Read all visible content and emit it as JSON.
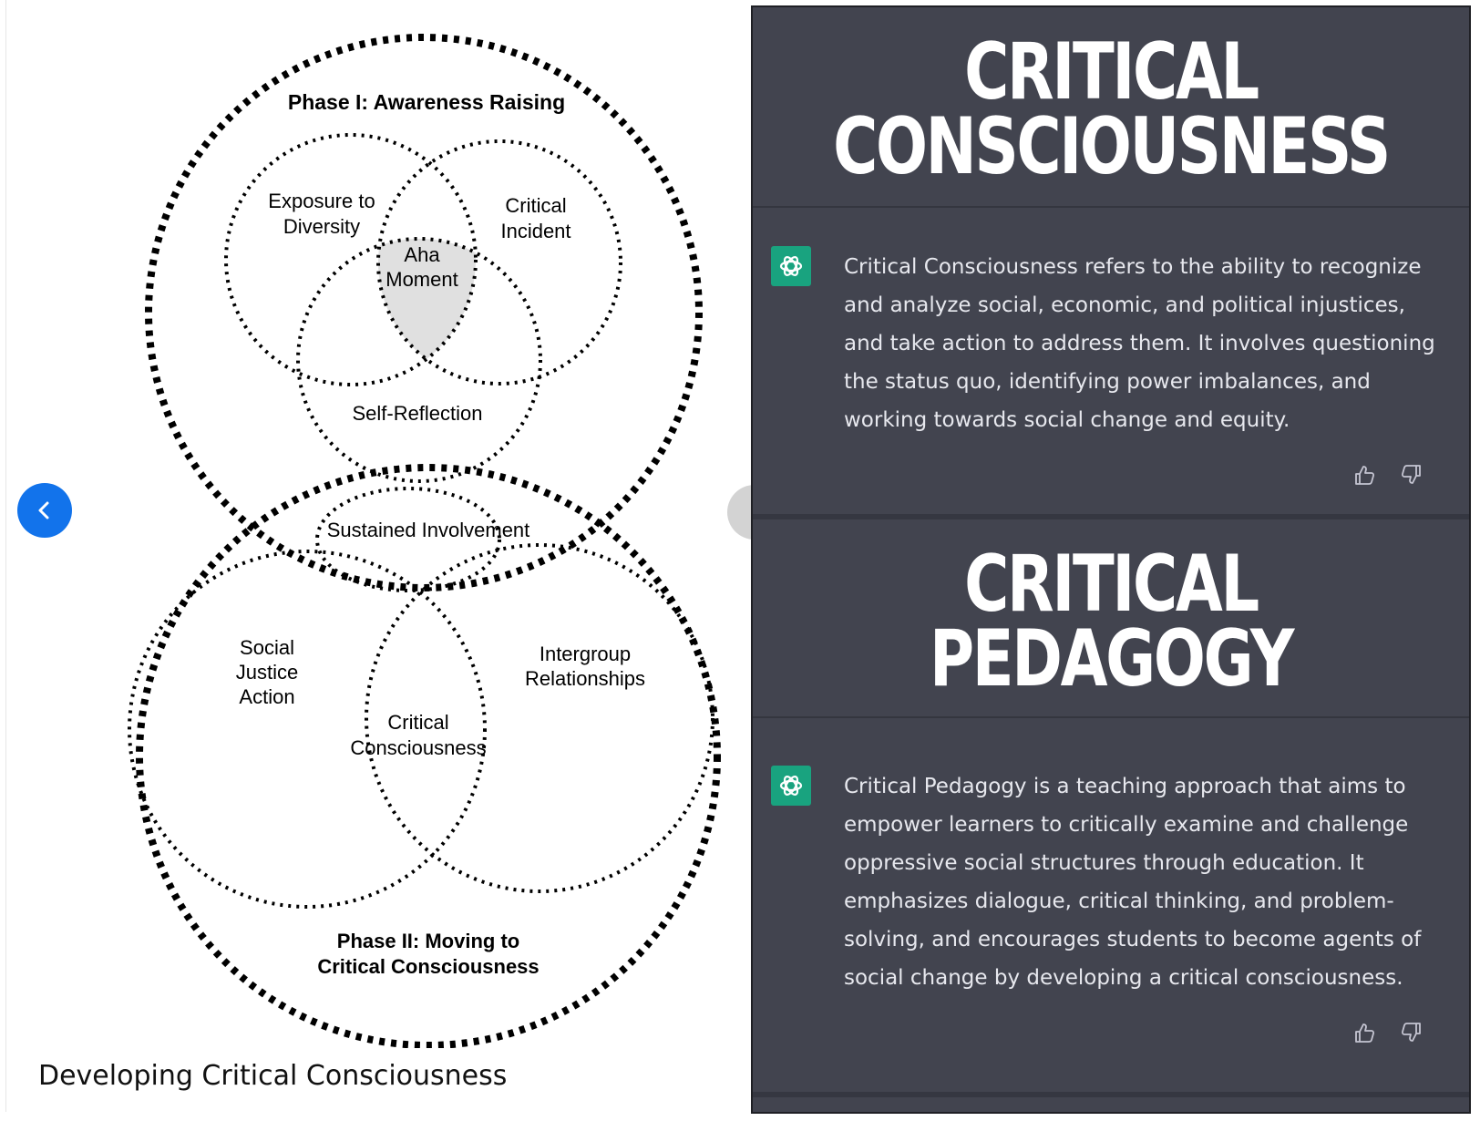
{
  "diagram": {
    "phase1_title": "Phase I: Awareness Raising",
    "exposure": [
      "Exposure to",
      "Diversity"
    ],
    "critical_incident": [
      "Critical",
      "Incident"
    ],
    "aha": [
      "Aha",
      "Moment"
    ],
    "self_reflection": "Self-Reflection",
    "sustained": "Sustained Involvement",
    "social_justice": [
      "Social",
      "Justice",
      "Action"
    ],
    "intergroup": [
      "Intergroup",
      "Relationships"
    ],
    "critical_consciousness": [
      "Critical",
      "Consciousness"
    ],
    "phase2_title": [
      "Phase II: Moving to",
      "Critical Consciousness"
    ]
  },
  "caption": "Developing Critical Consciousness",
  "icons": {
    "prev": "chevron-left-icon",
    "avatar": "openai-logo-icon",
    "like": "thumbs-up-icon",
    "dislike": "thumbs-down-icon"
  },
  "colors": {
    "nav_button": "#1273eb",
    "chat_bg": "#42444f",
    "avatar_bg": "#19a37f",
    "aha_fill": "#e0e0e0"
  },
  "chat": {
    "cards": [
      {
        "title_lines": [
          "CRITICAL",
          "CONSCIOUSNESS"
        ],
        "message": "Critical Consciousness refers to the ability to recognize and analyze social, economic, and political injustices, and take action to address them. It involves questioning the status quo, identifying power imbalances, and working towards social change and equity."
      },
      {
        "title_lines": [
          "CRITICAL",
          "PEDAGOGY"
        ],
        "message": "Critical Pedagogy is a teaching approach that aims to empower learners to critically examine and challenge oppressive social structures through education. It emphasizes dialogue, critical thinking, and problem-solving, and encourages students to become agents of social change by developing a critical consciousness."
      }
    ]
  }
}
